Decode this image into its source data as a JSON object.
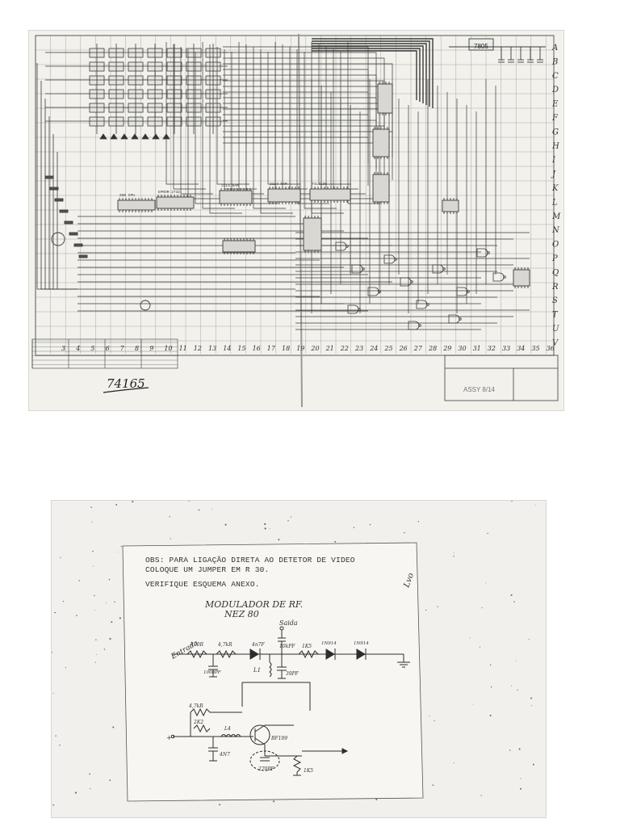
{
  "schematic": {
    "regulator": "7805",
    "row_letters": [
      "A",
      "B",
      "C",
      "D",
      "E",
      "F",
      "G",
      "H",
      "I",
      "J",
      "K",
      "L",
      "M",
      "N",
      "O",
      "P",
      "Q",
      "R",
      "S",
      "T",
      "U",
      "V"
    ],
    "col_numbers": [
      "3",
      "4",
      "5",
      "6",
      "7",
      "8",
      "9",
      "10",
      "11",
      "12",
      "13",
      "14",
      "15",
      "16",
      "17",
      "18",
      "19",
      "20",
      "21",
      "22",
      "23",
      "24",
      "25",
      "26",
      "27",
      "28",
      "29",
      "30",
      "31",
      "32",
      "33",
      "34",
      "35",
      "36"
    ],
    "chip_ref": "74165",
    "chip_labels": [
      "Z80 CPU",
      "EPROM 2732",
      "2114 RAM",
      "2114 RAM",
      "74LS138"
    ],
    "stamp_note": "ASSY 8/14"
  },
  "notes": {
    "line1": "OBS: PARA LIGAÇÃO DIRETA AO DETETOR DE VIDEO",
    "line2": "COLOQUE UM JUMPER EM R 30.",
    "line3": "VERIFIQUE ESQUEMA ANEXO.",
    "title_line1": "MODULADOR DE RF.",
    "title_line2": "NEZ 80",
    "margin_note": "Lvo"
  },
  "modulator": {
    "entrada": "Entrada",
    "saida": "Saida",
    "r1": "470R",
    "r2": "4,7kR",
    "c1": "4n7F",
    "c2": "10kPF",
    "r3": "1K5",
    "d1": "1N914",
    "d2": "1N914",
    "c3": "1000PF",
    "l1": "L1",
    "c4": "39PF",
    "r4": "4,7kR",
    "r5": "2K2",
    "l2": "L4",
    "c5": "4N7",
    "q1": "BF199",
    "c6": "270PF",
    "r6": "1K5",
    "plus": "+"
  }
}
